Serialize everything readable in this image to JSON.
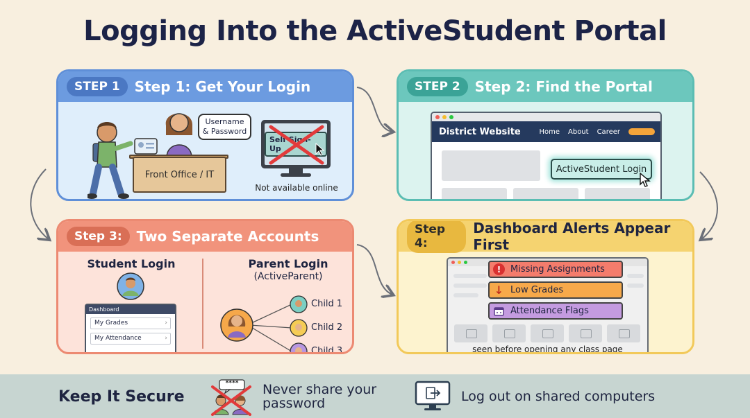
{
  "title": "Logging Into the ActiveStudent Portal",
  "step1": {
    "pill": "STEP 1",
    "heading": "Step 1: Get Your Login",
    "desk_label": "Front Office / IT",
    "bubble_line1": "Username",
    "bubble_line2": "& Password",
    "screen_button": "Self Sign-Up",
    "caption": "Not available online"
  },
  "step2": {
    "pill": "STEP 2",
    "heading": "Step 2: Find the Portal",
    "site_name": "District Website",
    "nav": [
      "Home",
      "About",
      "Career"
    ],
    "login_button": "ActiveStudent Login"
  },
  "step3": {
    "pill": "Step 3:",
    "heading": "Two Separate Accounts",
    "student_label": "Student Login",
    "dashboard_title": "Dashboard",
    "dashboard_items": [
      "My Grades",
      "My Attendance"
    ],
    "parent_label": "Parent Login",
    "parent_sub": "(ActiveParent)",
    "children": [
      "Child 1",
      "Child 2",
      "Child 3"
    ]
  },
  "step4": {
    "pill": "Step 4:",
    "heading": "Dashboard Alerts Appear First",
    "alerts": [
      {
        "label": "Missing Assignments",
        "icon": "exclamation-icon",
        "color": "#f47c6c"
      },
      {
        "label": "Low Grades",
        "icon": "arrow-down-icon",
        "color": "#f7a94a"
      },
      {
        "label": "Attendance Flags",
        "icon": "calendar-icon",
        "color": "#c49be0"
      }
    ],
    "caption": "seen before opening any class page"
  },
  "footer": {
    "heading": "Keep It Secure",
    "tip1_line1": "Never share your",
    "tip1_line2": "password",
    "tip1_badge": "****",
    "tip2": "Log out on shared computers"
  },
  "colors": {
    "background": "#f8efdf",
    "step1": "#6c9be0",
    "step2": "#6cc7bd",
    "step3": "#f1937c",
    "step4": "#f5d370",
    "cross": "#e23b3b"
  }
}
